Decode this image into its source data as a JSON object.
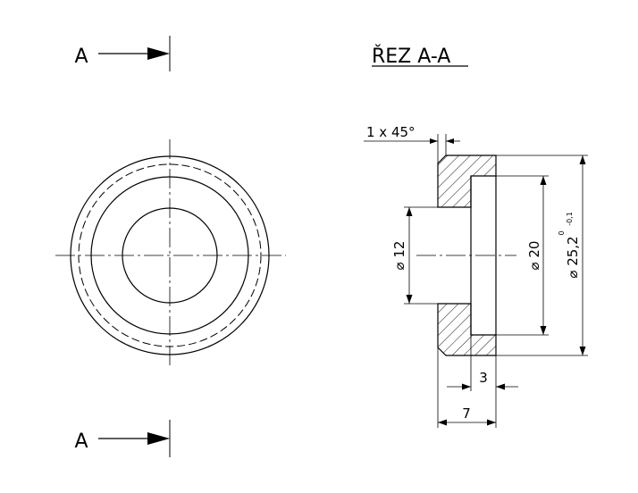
{
  "section_mark_top": "A",
  "section_mark_bottom": "A",
  "section_title": "ŘEZ A-A",
  "dimensions": {
    "chamfer": "1 x 45°",
    "bore_diameter": "⌀ 12",
    "counterbore_diameter": "⌀ 20",
    "outer_diameter": "⌀ 25,2",
    "outer_tol_upper": "0",
    "outer_tol_lower": "-0,1",
    "counterbore_depth": "3",
    "total_length": "7"
  },
  "colors": {
    "line": "#000000",
    "background": "#ffffff"
  }
}
